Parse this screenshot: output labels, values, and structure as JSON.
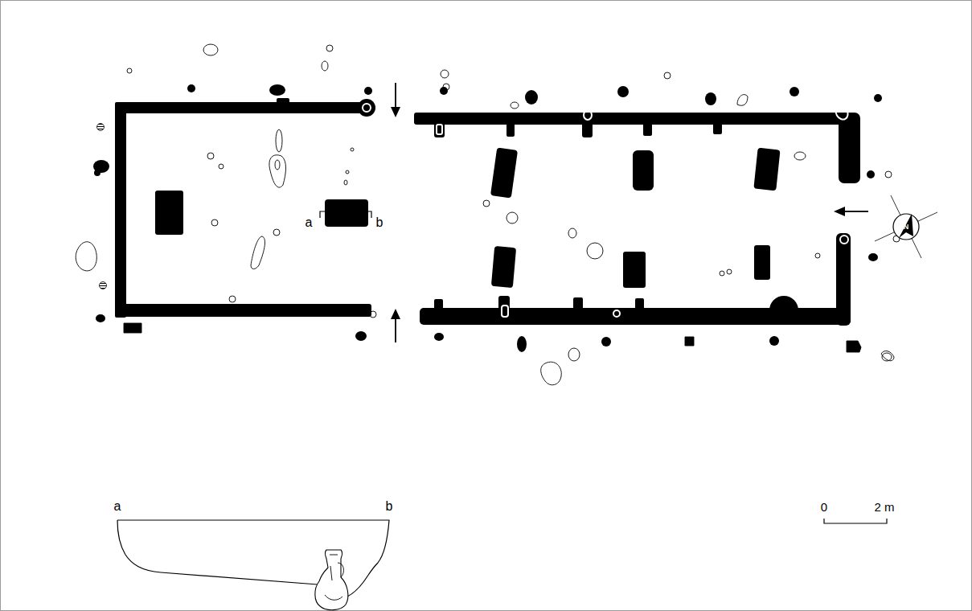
{
  "diagram": {
    "labels": [
      "a",
      "b",
      "a",
      "b",
      "0",
      "2 m",
      "N"
    ]
  }
}
